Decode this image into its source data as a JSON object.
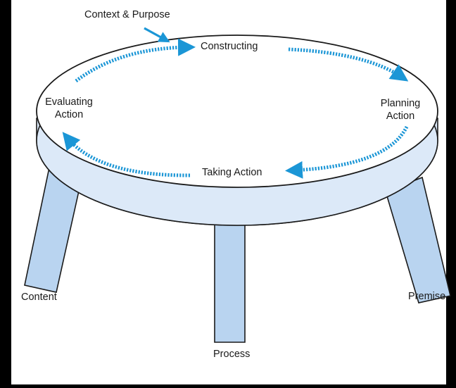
{
  "diagram": {
    "top_label": "Context & Purpose",
    "cycle": {
      "constructing": "Constructing",
      "planning_line1": "Planning",
      "planning_line2": "Action",
      "taking": "Taking Action",
      "evaluating_line1": "Evaluating",
      "evaluating_line2": "Action"
    },
    "legs": {
      "left": "Content",
      "middle": "Process",
      "right": "Premise"
    }
  },
  "colors": {
    "frame": "#000000",
    "background": "#ffffff",
    "tabletop": "#ffffff",
    "table_rim": "#dce9f8",
    "legs": "#b9d4f0",
    "outline": "#1a1a1a",
    "arrow": "#1b96d6"
  }
}
